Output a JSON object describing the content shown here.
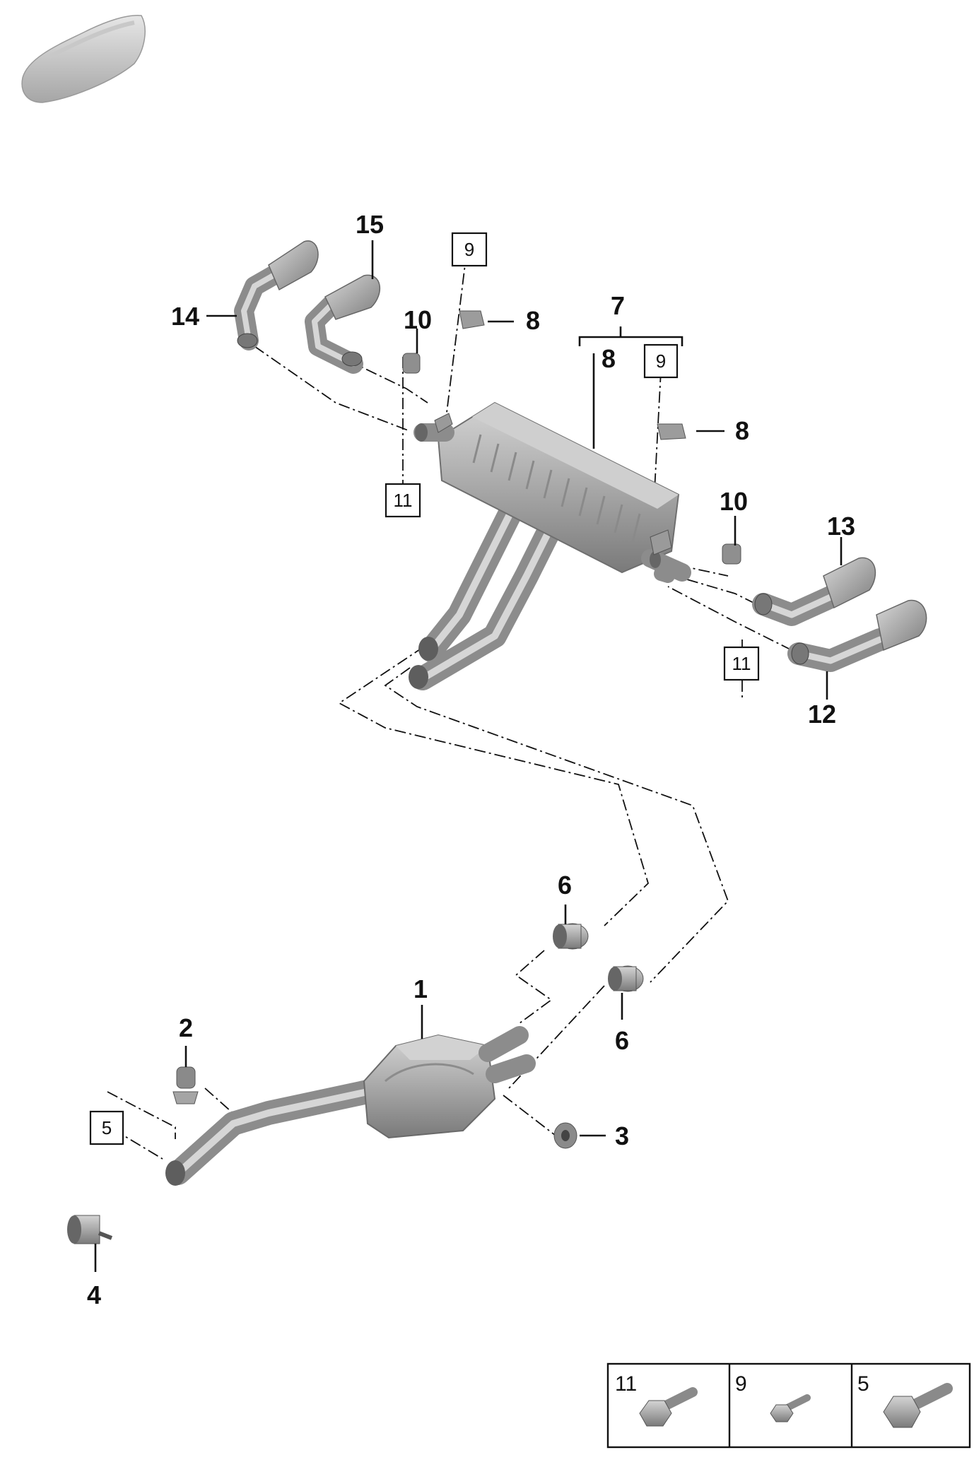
{
  "callouts": {
    "c1": "1",
    "c2": "2",
    "c3": "3",
    "c4": "4",
    "c6a": "6",
    "c6b": "6",
    "c7": "7",
    "c8a": "8",
    "c8b": "8",
    "c8c": "8",
    "c10a": "10",
    "c10b": "10",
    "c12": "12",
    "c13": "13",
    "c14": "14",
    "c15": "15"
  },
  "boxed": {
    "b9a": "9",
    "b9b": "9",
    "b11a": "11",
    "b11b": "11",
    "b5": "5"
  },
  "legend": {
    "items": [
      {
        "number": "11",
        "icon": "hex-flange-bolt-icon"
      },
      {
        "number": "9",
        "icon": "small-hex-bolt-icon"
      },
      {
        "number": "5",
        "icon": "large-hex-flange-bolt-icon"
      }
    ]
  },
  "colors": {
    "part_fill": "#a9a9a9",
    "part_shade": "#7d7d7d",
    "part_highlight": "#d9d9d9",
    "line": "#111111"
  }
}
